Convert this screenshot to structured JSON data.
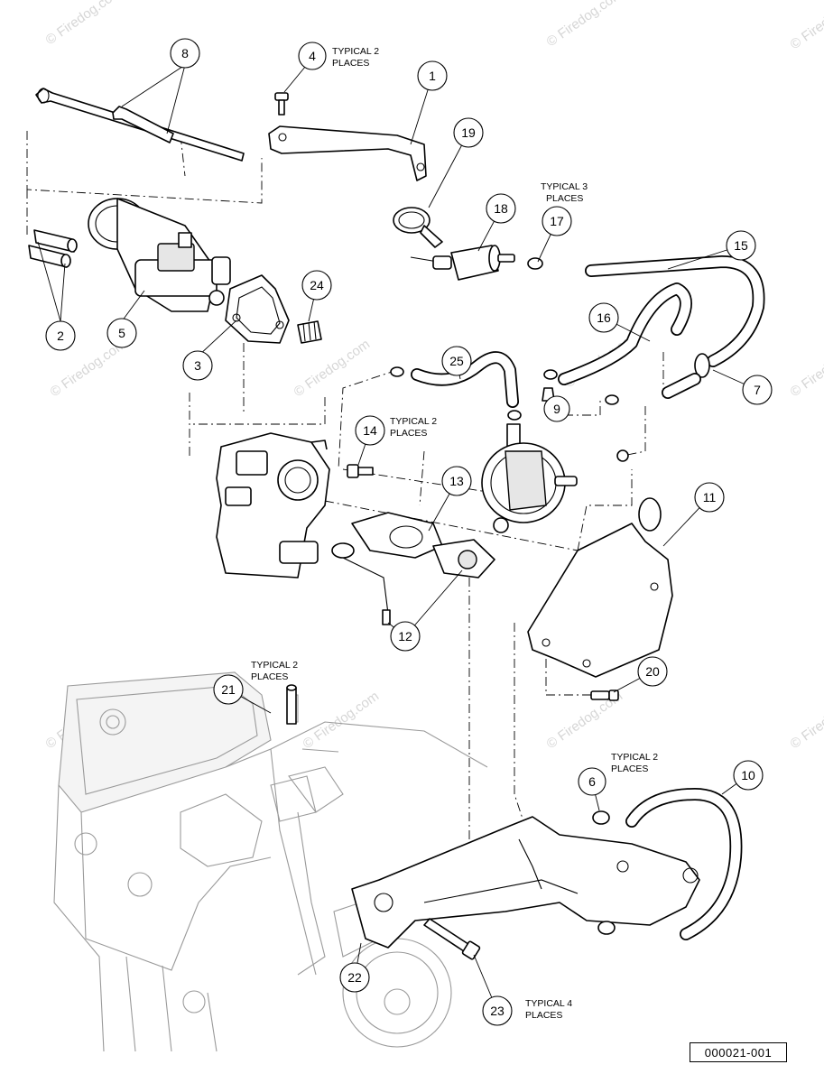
{
  "diagram": {
    "reference_number": "000021-001",
    "watermark": "© Firedog.com",
    "callouts": [
      {
        "id": "c1",
        "label": "1"
      },
      {
        "id": "c2",
        "label": "2"
      },
      {
        "id": "c3",
        "label": "3"
      },
      {
        "id": "c4",
        "label": "4"
      },
      {
        "id": "c5",
        "label": "5"
      },
      {
        "id": "c6",
        "label": "6"
      },
      {
        "id": "c7",
        "label": "7"
      },
      {
        "id": "c8",
        "label": "8"
      },
      {
        "id": "c9",
        "label": "9"
      },
      {
        "id": "c10",
        "label": "10"
      },
      {
        "id": "c11",
        "label": "11"
      },
      {
        "id": "c12",
        "label": "12"
      },
      {
        "id": "c13",
        "label": "13"
      },
      {
        "id": "c14",
        "label": "14"
      },
      {
        "id": "c15",
        "label": "15"
      },
      {
        "id": "c16",
        "label": "16"
      },
      {
        "id": "c17",
        "label": "17"
      },
      {
        "id": "c18",
        "label": "18"
      },
      {
        "id": "c19",
        "label": "19"
      },
      {
        "id": "c20",
        "label": "20"
      },
      {
        "id": "c21",
        "label": "21"
      },
      {
        "id": "c22",
        "label": "22"
      },
      {
        "id": "c23",
        "label": "23"
      },
      {
        "id": "c24",
        "label": "24"
      },
      {
        "id": "c25",
        "label": "25"
      }
    ],
    "notes": [
      {
        "id": "n4",
        "lines": [
          "TYPICAL 2",
          "PLACES"
        ]
      },
      {
        "id": "n17",
        "lines": [
          "TYPICAL 3",
          "PLACES"
        ]
      },
      {
        "id": "n14",
        "lines": [
          "TYPICAL 2",
          "PLACES"
        ]
      },
      {
        "id": "n21",
        "lines": [
          "TYPICAL 2",
          "PLACES"
        ]
      },
      {
        "id": "n6",
        "lines": [
          "TYPICAL 2",
          "PLACES"
        ]
      },
      {
        "id": "n23",
        "lines": [
          "TYPICAL 4",
          "PLACES"
        ]
      }
    ]
  }
}
